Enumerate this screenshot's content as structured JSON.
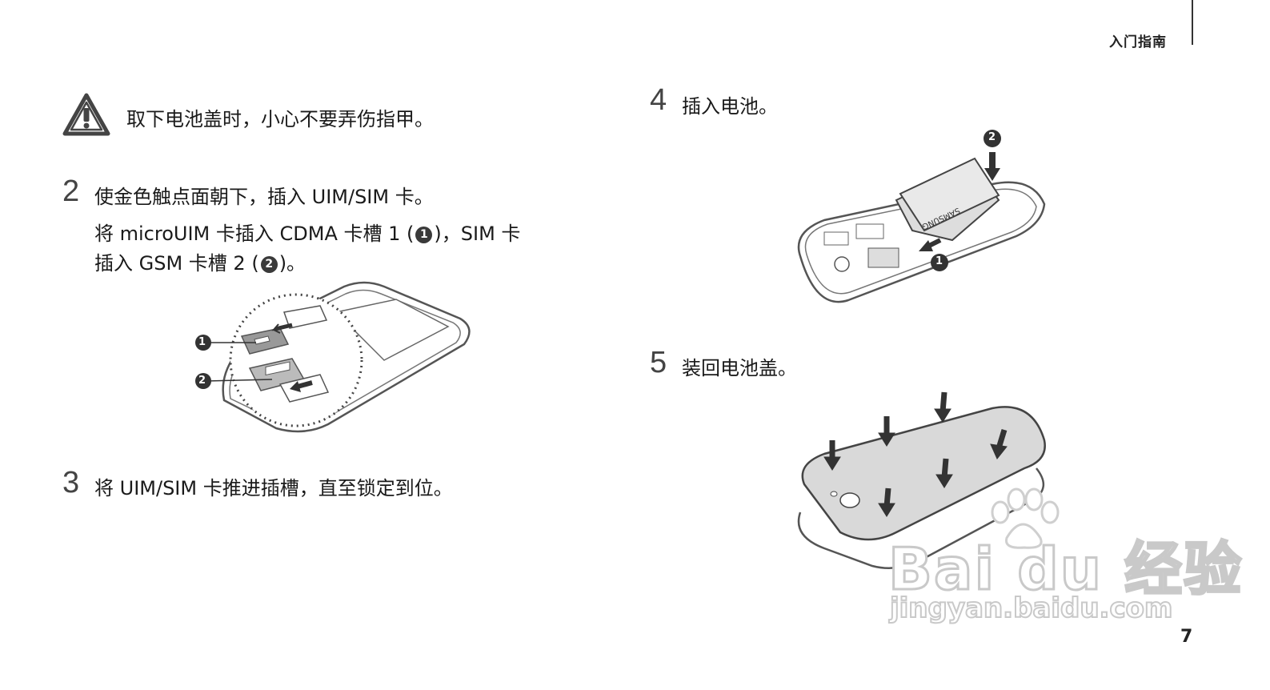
{
  "header": {
    "section_title": "入门指南"
  },
  "warning": {
    "text": "取下电池盖时，小心不要弄伤指甲。"
  },
  "steps": [
    {
      "number": "2",
      "text": "使金色触点面朝下，插入 UIM/SIM 卡。",
      "detail_line1_a": "将 microUIM 卡插入 CDMA 卡槽 1 (",
      "detail_line1_b": ")，SIM 卡",
      "detail_line2_a": "插入 GSM 卡槽 2 (",
      "detail_line2_b": ")。"
    },
    {
      "number": "3",
      "text": "将 UIM/SIM 卡推进插槽，直至锁定到位。"
    },
    {
      "number": "4",
      "text": "插入电池。"
    },
    {
      "number": "5",
      "text": "装回电池盖。"
    }
  ],
  "callouts": {
    "one": "1",
    "two": "2"
  },
  "battery_brand": "SAMSUNG",
  "page_number": "7",
  "watermark": {
    "logo": "Bai du 经验",
    "url": "jingyan.baidu.com"
  }
}
